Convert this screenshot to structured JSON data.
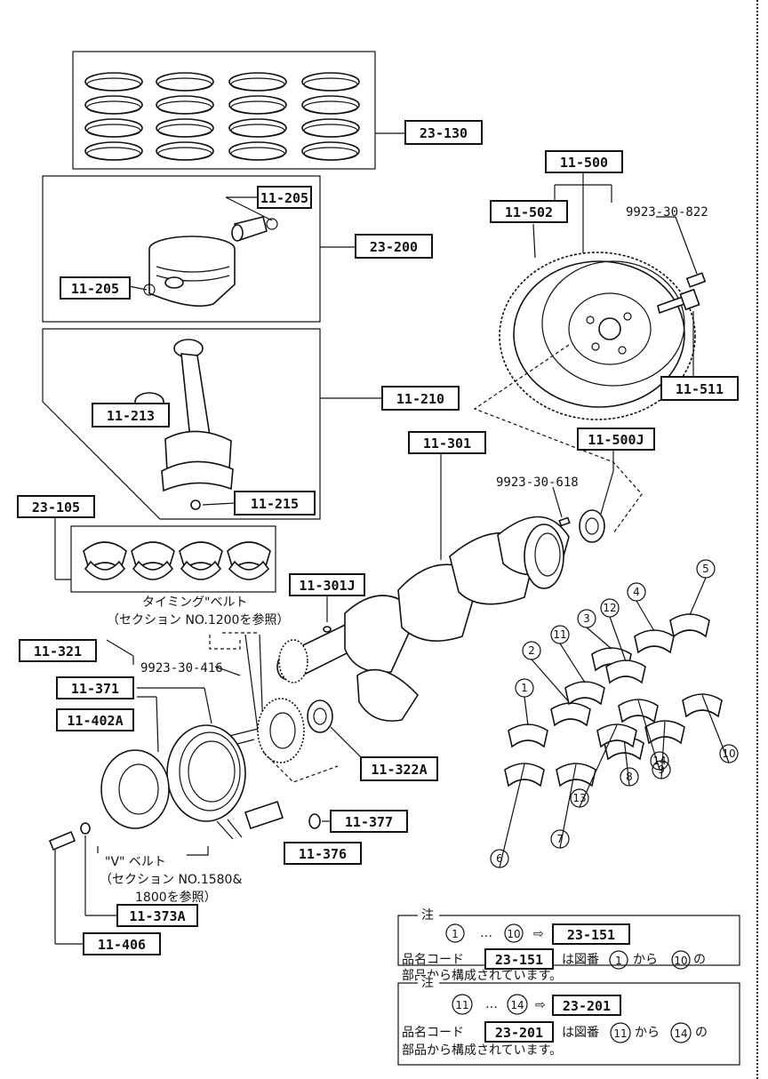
{
  "part_labels": {
    "l_23_130": "23-130",
    "l_11_500": "11-500",
    "l_11_205a": "11-205",
    "l_11_205b": "11-205",
    "l_23_200": "23-200",
    "l_11_502": "11-502",
    "l_9923_30_822": "9923-30-822",
    "l_11_511": "11-511",
    "l_11_210": "11-210",
    "l_11_213": "11-213",
    "l_11_215": "11-215",
    "l_11_301": "11-301",
    "l_11_500J": "11-500J",
    "l_9923_30_618": "9923-30-618",
    "l_23_105": "23-105",
    "l_11_301J": "11-301J",
    "l_11_321": "11-321",
    "l_9923_30_416": "9923-30-416",
    "l_11_371": "11-371",
    "l_11_402A": "11-402A",
    "l_11_322A": "11-322A",
    "l_11_377": "11-377",
    "l_11_376": "11-376",
    "l_11_373A": "11-373A",
    "l_11_406": "11-406"
  },
  "captions": {
    "timing_belt_1": "タイミング\"ベルト",
    "timing_belt_2": "（セクション NO.1200を参照）",
    "v_belt_1": "\"V\" ベルト",
    "v_belt_2": "（セクション NO.1580&",
    "v_belt_3": "1800を参照）"
  },
  "bearing_numbers": [
    "1",
    "2",
    "3",
    "4",
    "5",
    "6",
    "7",
    "8",
    "9",
    "10",
    "11",
    "12",
    "13",
    "14"
  ],
  "notes": [
    {
      "title": "注",
      "range_from": "1",
      "ellipsis": "…",
      "range_to": "10",
      "arrow": "⇨",
      "code": "23-151",
      "line2_prefix": "品名コード",
      "line2_code": "23-151",
      "line2_mid": "は図番",
      "line2_from": "1",
      "line2_kara": "から",
      "line2_to": "10",
      "line2_no": "の",
      "line3": "部品から構成されています。"
    },
    {
      "title": "注",
      "range_from": "11",
      "ellipsis": "…",
      "range_to": "14",
      "arrow": "⇨",
      "code": "23-201",
      "line2_prefix": "品名コード",
      "line2_code": "23-201",
      "line2_mid": "は図番",
      "line2_from": "11",
      "line2_kara": "から",
      "line2_to": "14",
      "line2_no": "の",
      "line3": "部品から構成されています。"
    }
  ]
}
